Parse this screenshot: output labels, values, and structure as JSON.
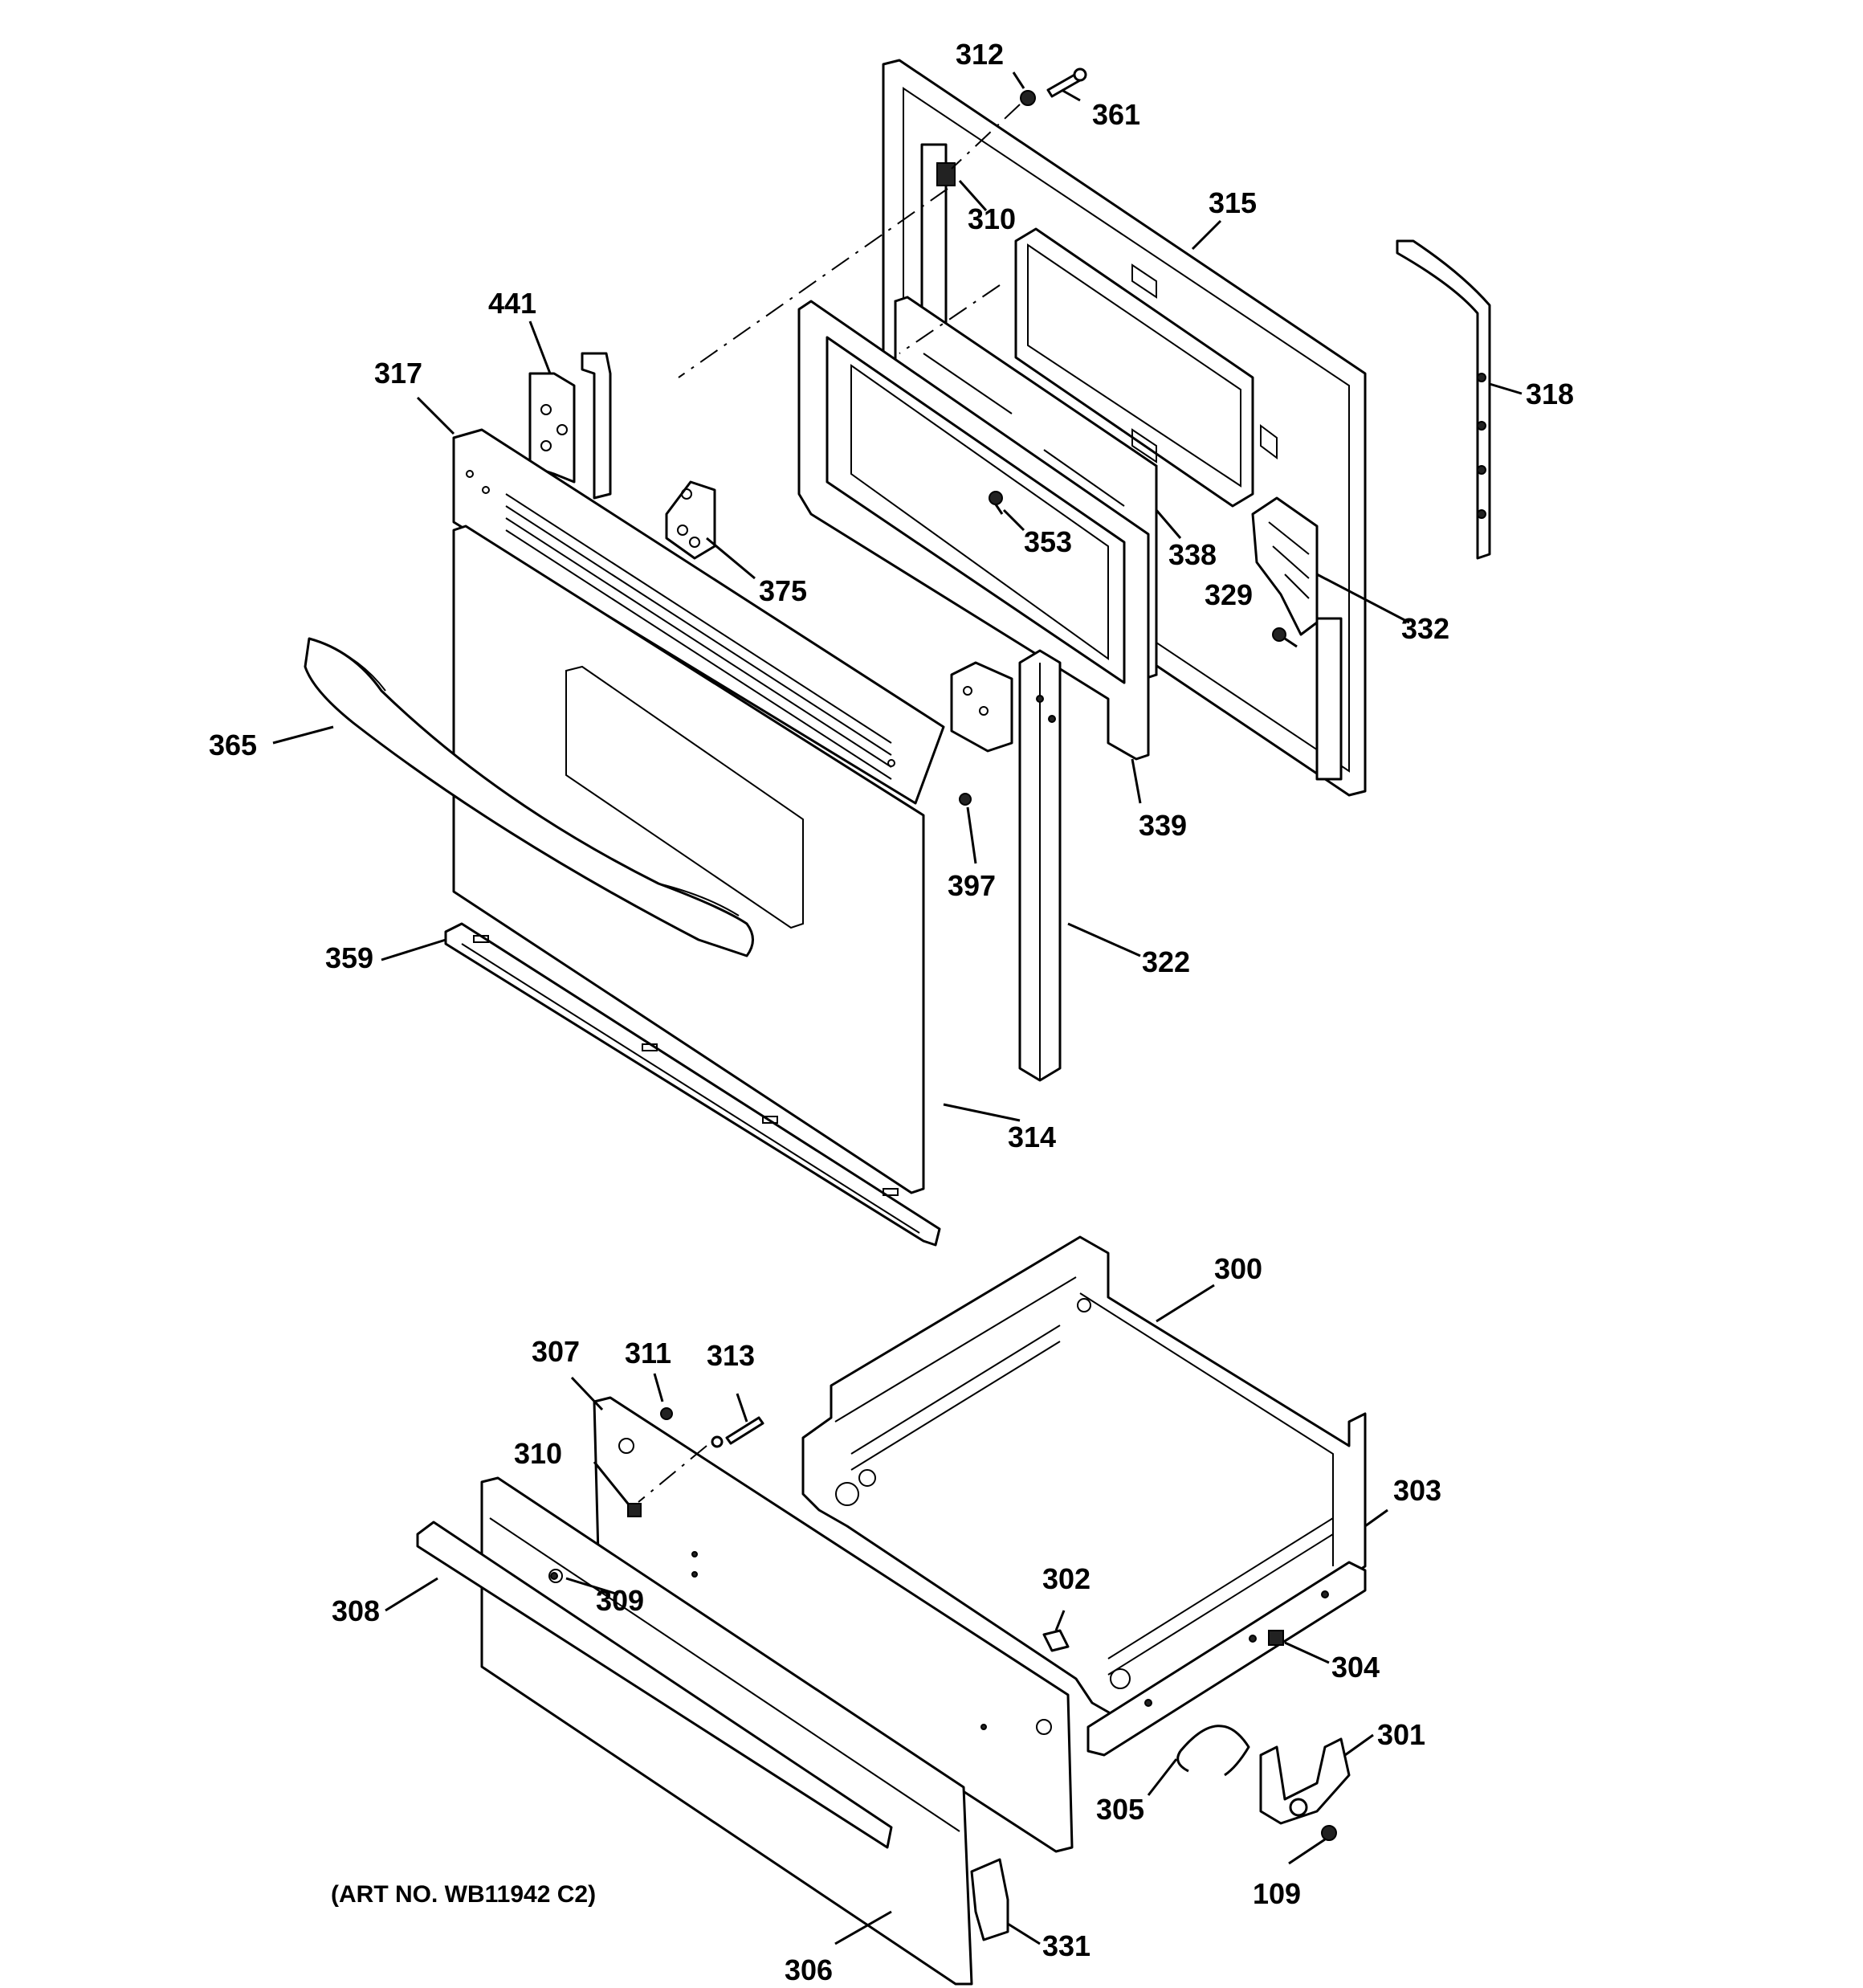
{
  "art_number": "(ART NO. WB11942 C2)",
  "callouts": {
    "c312": "312",
    "c361": "361",
    "c310a": "310",
    "c315": "315",
    "c318": "318",
    "c441": "441",
    "c317": "317",
    "c375": "375",
    "c353": "353",
    "c338": "338",
    "c329": "329",
    "c332": "332",
    "c365": "365",
    "c397": "397",
    "c339": "339",
    "c359": "359",
    "c322": "322",
    "c314": "314",
    "c300": "300",
    "c307": "307",
    "c311": "311",
    "c313": "313",
    "c310b": "310",
    "c303": "303",
    "c302": "302",
    "c308": "308",
    "c309": "309",
    "c304": "304",
    "c301": "301",
    "c305": "305",
    "c109": "109",
    "c306": "306",
    "c331": "331"
  }
}
